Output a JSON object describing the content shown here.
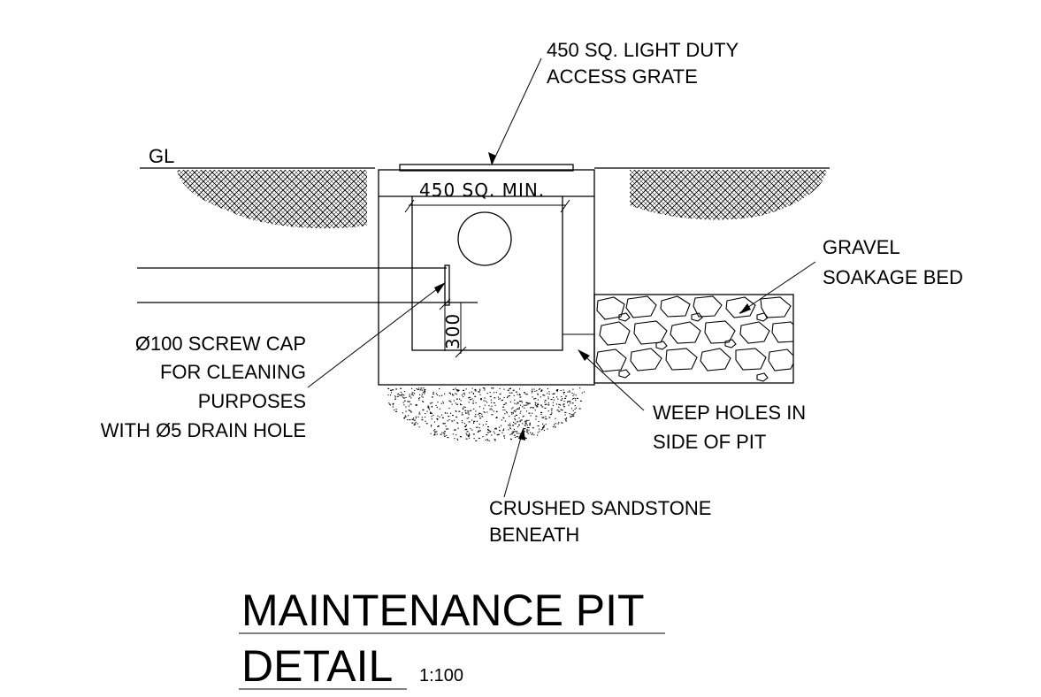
{
  "labels": {
    "grate_line1": "450 SQ. LIGHT DUTY",
    "grate_line2": "ACCESS GRATE",
    "ground_level": "GL",
    "pit_width": "450 SQ. MIN.",
    "gravel_line1": "GRAVEL",
    "gravel_line2": "SOAKAGE BED",
    "cap_line1": "Ø100 SCREW CAP",
    "cap_line2": "FOR CLEANING",
    "cap_line3": "PURPOSES",
    "cap_line4": "WITH Ø5 DRAIN HOLE",
    "height_dim": "300",
    "weep_line1": "WEEP HOLES IN",
    "weep_line2": "SIDE OF PIT",
    "sand_line1": "CRUSHED SANDSTONE",
    "sand_line2": "BENEATH"
  },
  "title": {
    "line1": "MAINTENANCE PIT",
    "line2": "DETAIL",
    "scale": "1:100"
  }
}
